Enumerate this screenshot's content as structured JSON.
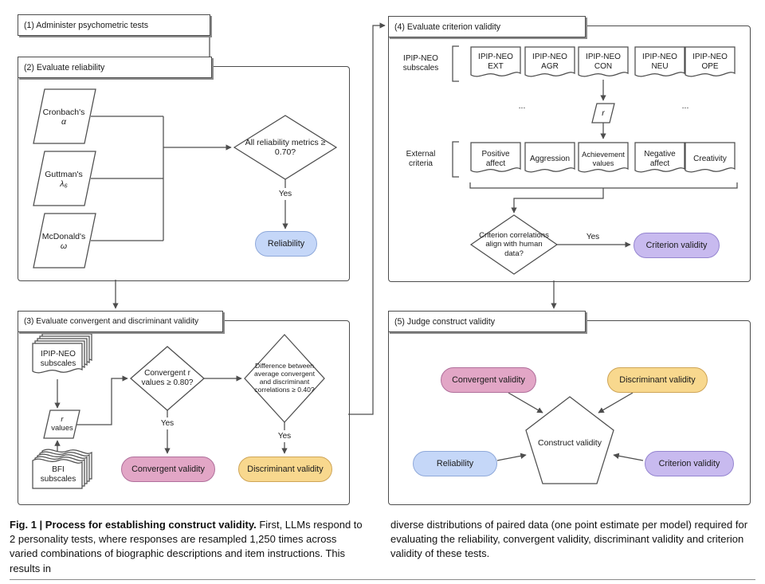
{
  "colors": {
    "blue_fill": "#c5d7f8",
    "blue_border": "#8fa9da",
    "pink_fill": "#e2a6c6",
    "pink_border": "#b06f9b",
    "yellow_fill": "#f8d88e",
    "yellow_border": "#cfa557",
    "purple_fill": "#c8baef",
    "purple_border": "#9585d0",
    "line": "#4d4d4d"
  },
  "headers": {
    "step1": "(1) Administer psychometric tests",
    "step2": "(2) Evaluate reliability",
    "step3": "(3) Evaluate convergent and discriminant validity",
    "step4": "(4) Evaluate criterion validity",
    "step5": "(5) Judge construct validity"
  },
  "reliability": {
    "metric1_name": "Cronbach's",
    "metric1_symbol": "α",
    "metric2_name": "Guttman's",
    "metric2_symbol": "λ₆",
    "metric3_name": "McDonald's",
    "metric3_symbol": "ω",
    "decision": "All reliability metrics ≥ 0.70?",
    "yes": "Yes",
    "outcome": "Reliability"
  },
  "convergent": {
    "stack_top": "IPIP-NEO subscales",
    "r_values_symbol": "r",
    "r_values_word": "values",
    "stack_bottom": "BFI subscales",
    "decision1": "Convergent r values ≥ 0.80?",
    "yes1": "Yes",
    "outcome1": "Convergent validity",
    "decision2": "Difference between average convergent and discriminant correlations ≥ 0.40?",
    "yes2": "Yes",
    "outcome2": "Discriminant validity"
  },
  "criterion": {
    "row1_label": "IPIP-NEO subscales",
    "subscales": [
      "IPIP-NEO EXT",
      "IPIP-NEO AGR",
      "IPIP-NEO CON",
      "IPIP-NEO NEU",
      "IPIP-NEO OPE"
    ],
    "ellipsis_left": "...",
    "r_symbol": "r",
    "ellipsis_right": "...",
    "row2_label": "External criteria",
    "criteria": [
      "Positive affect",
      "Aggression",
      "Achievement values",
      "Negative affect",
      "Creativity"
    ],
    "decision": "Criterion correlations align with human data?",
    "yes": "Yes",
    "outcome": "Criterion validity"
  },
  "judge": {
    "convergent": "Convergent validity",
    "discriminant": "Discriminant validity",
    "reliability": "Reliability",
    "criterion": "Criterion validity",
    "center": "Construct validity"
  },
  "caption": {
    "left_bold": "Fig. 1 | Process for establishing construct validity.",
    "left_rest": " First, LLMs respond to 2 personality tests, where responses are resampled 1,250 times across varied combinations of biographic descriptions and item instructions. This results in",
    "right": "diverse distributions of paired data (one point estimate per model) required for evaluating the reliability, convergent validity, discriminant validity and criterion validity of these tests."
  }
}
